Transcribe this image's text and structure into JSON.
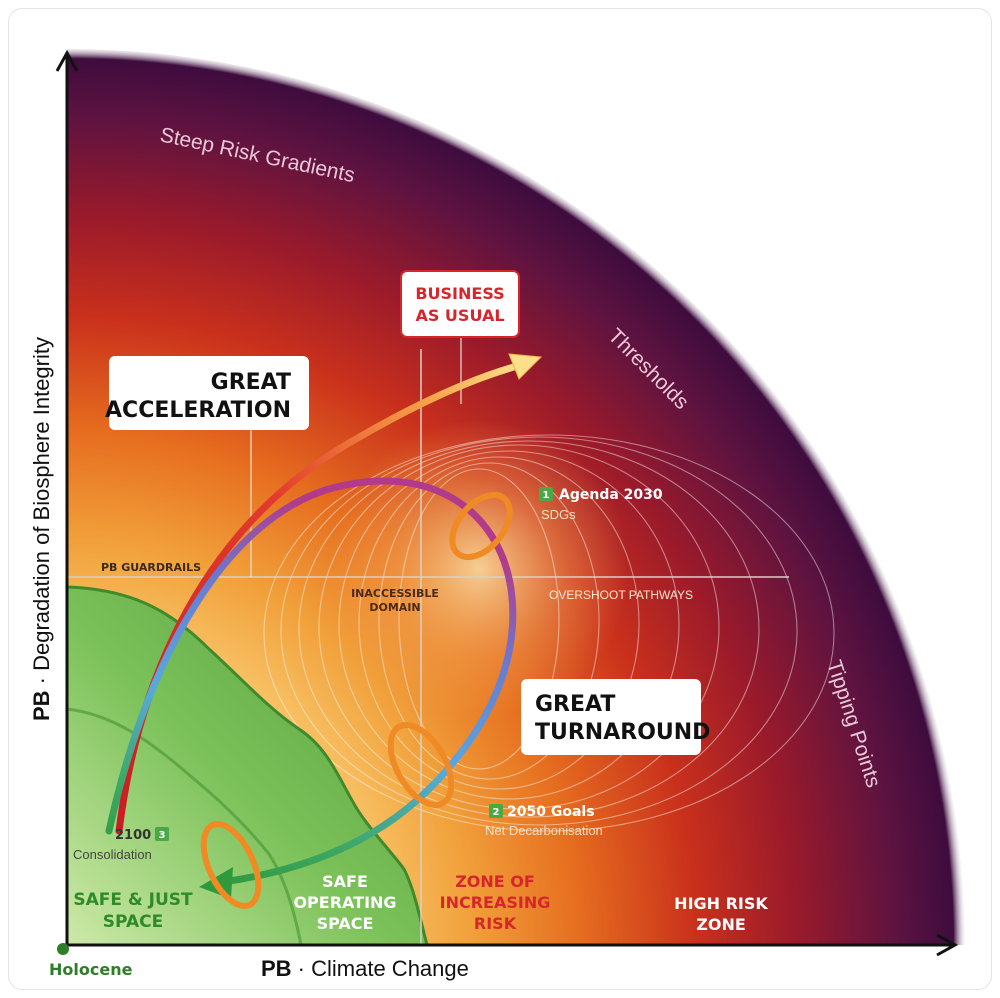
{
  "axes": {
    "x_prefix": "PB",
    "x_label": "Climate Change",
    "y_prefix": "PB",
    "y_label": "Degradation of Biosphere Integrity",
    "origin_label": "Holocene"
  },
  "arc_labels": {
    "steep": "Steep Risk Gradients",
    "thresholds": "Thresholds",
    "tipping": "Tipping Points"
  },
  "callouts": {
    "business_line1": "BUSINESS",
    "business_line2": "AS USUAL",
    "acceleration_line1": "GREAT",
    "acceleration_line2": "ACCELERATION",
    "turnaround_line1": "GREAT",
    "turnaround_line2": "TURNAROUND"
  },
  "lines": {
    "guardrails": "PB GUARDRAILS",
    "overshoot": "OVERSHOOT PATHWAYS",
    "inaccessible_line1": "INACCESSIBLE",
    "inaccessible_line2": "DOMAIN"
  },
  "milestones": [
    {
      "num": "1",
      "title": "Agenda 2030",
      "sub": "SDGs"
    },
    {
      "num": "2",
      "title": "2050 Goals",
      "sub": "Net Decarbonisation"
    },
    {
      "num": "3",
      "title": "2100",
      "sub": "Consolidation"
    }
  ],
  "zones": {
    "safe_just_1": "SAFE & JUST",
    "safe_just_2": "SPACE",
    "safe_op_1": "SAFE",
    "safe_op_2": "OPERATING",
    "safe_op_3": "SPACE",
    "increasing_1": "ZONE OF",
    "increasing_2": "INCREASING",
    "increasing_3": "RISK",
    "high_1": "HIGH RISK",
    "high_2": "ZONE"
  },
  "colors": {
    "purple_outer": "#3e0c3e",
    "red_mid": "#b01e1e",
    "orange": "#e8781f",
    "yellow": "#f6c55c",
    "green": "#5aa842",
    "green_light": "#a4d47e",
    "bau_red": "#d7262b",
    "turnaround_blue": "#5aa9d8",
    "ring_orange": "#f08a24"
  }
}
